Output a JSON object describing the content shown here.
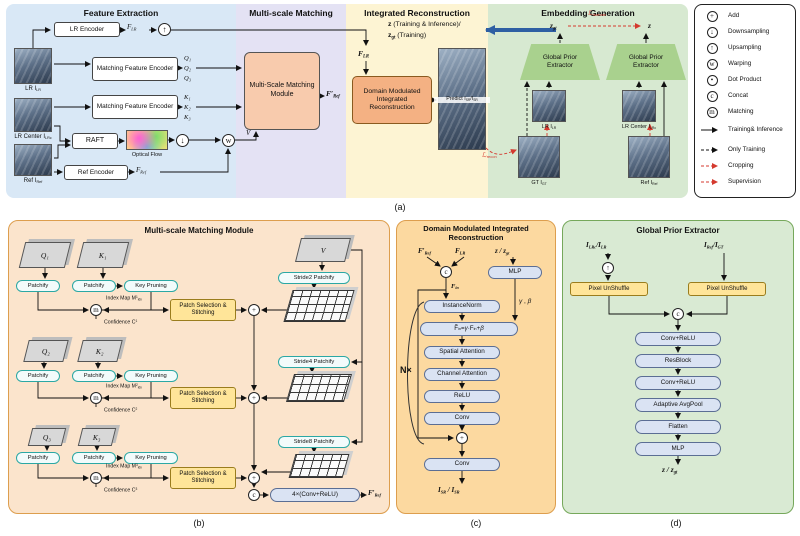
{
  "figure": {
    "panel_labels": {
      "a": "(a)",
      "b": "(b)",
      "c": "(c)",
      "d": "(d)"
    }
  },
  "symbols": {
    "add": "+",
    "down": "↓",
    "up": "↑",
    "warp": "w",
    "dot": "•",
    "concat": "c",
    "match": "m"
  },
  "colors": {
    "feature_extraction_bg": "#d9e8f6",
    "multiscale_bg": "#e4e2f4",
    "reconstruction_bg": "#fdf4d3",
    "embedding_bg": "#d7e9d1",
    "panel_b_bg": "#fbe4cc",
    "panel_c_bg": "#fcd9a0",
    "panel_d_bg": "#d9ead3",
    "accent_orange": "#f4b183",
    "accent_yellow": "#ffe599",
    "accent_blue": "#dae3f3",
    "accent_green": "#a9d18e",
    "arrow_blue": "#2e5fa3",
    "supervision_red": "#d43a2f"
  },
  "panel_a": {
    "feature_extraction": {
      "title": "Feature Extraction",
      "lr_encoder": "LR Encoder",
      "f_lr": [
        {
          "t": "F"
        },
        {
          "t": "LR",
          "sub": true
        }
      ],
      "matching_feature_encoder": "Matching Feature Encoder",
      "q": [
        "Q₁",
        "Q₂",
        "Q₃"
      ],
      "k": [
        "K₁",
        "K₂",
        "K₃"
      ],
      "raft": "RAFT",
      "optical_flow": "Optical Flow",
      "ref_encoder": "Ref Encoder",
      "f_ref": [
        {
          "t": "F"
        },
        {
          "t": "Ref",
          "sub": true
        }
      ],
      "img_lr": [
        {
          "t": "LR "
        },
        {
          "t": "I"
        },
        {
          "t": "LR",
          "sub": true
        }
      ],
      "img_lrc": [
        {
          "t": "LR Center "
        },
        {
          "t": "I"
        },
        {
          "t": "LRc",
          "sub": true
        }
      ],
      "img_ref": [
        {
          "t": "Ref "
        },
        {
          "t": "I"
        },
        {
          "t": "Ref",
          "sub": true
        }
      ],
      "v": "V"
    },
    "multiscale": {
      "title": "Multi-scale Matching",
      "module": "Multi-Scale Matching Module",
      "f_ref_prime": [
        {
          "t": "F′"
        },
        {
          "t": "Ref",
          "sub": true
        }
      ]
    },
    "reconstruction": {
      "title": "Integrated Reconstruction",
      "z_line1": [
        {
          "t": "z",
          "b": true
        },
        {
          "t": " (Training & Inference)/"
        }
      ],
      "z_line2": [
        {
          "t": "z",
          "b": true
        },
        {
          "t": "gt",
          "sub": true,
          "b": true
        },
        {
          "t": " (Training)"
        }
      ],
      "f_lr": [
        {
          "t": "F"
        },
        {
          "t": "LR",
          "sub": true
        }
      ],
      "dmir": "Domain Modulated Integrated Reconstruction",
      "predict": [
        {
          "t": "Predict "
        },
        {
          "t": "I"
        },
        {
          "t": "SR",
          "sub": true
        },
        {
          "t": "/"
        },
        {
          "t": "I"
        },
        {
          "t": "SR",
          "sub": true
        }
      ],
      "l_recon": [
        {
          "t": "ℒ",
          "i": true
        },
        {
          "t": "recon",
          "sub": true
        }
      ]
    },
    "embedding": {
      "title": "Embedding Generation",
      "z_gt": [
        {
          "t": "z"
        },
        {
          "t": "gt",
          "sub": true
        }
      ],
      "z": "z",
      "l_domain": [
        {
          "t": "ℒ",
          "i": true
        },
        {
          "t": "domain",
          "sub": true
        }
      ],
      "global_prior_extractor": "Global Prior Extractor",
      "img_lr": [
        {
          "t": "LR "
        },
        {
          "t": "I"
        },
        {
          "t": "LR",
          "sub": true
        }
      ],
      "img_lrc": [
        {
          "t": "LR Center "
        },
        {
          "t": "I"
        },
        {
          "t": "LRc",
          "sub": true
        }
      ],
      "img_gt": [
        {
          "t": "GT "
        },
        {
          "t": "I"
        },
        {
          "t": "GT",
          "sub": true
        }
      ],
      "img_ref": [
        {
          "t": "Ref "
        },
        {
          "t": "I"
        },
        {
          "t": "Ref",
          "sub": true
        }
      ]
    },
    "legend": {
      "items": [
        {
          "glyph": "+",
          "label": "Add"
        },
        {
          "glyph": "↓",
          "label": "Downsampling"
        },
        {
          "glyph": "↑",
          "label": "Upsampling"
        },
        {
          "glyph": "w",
          "label": "Warping"
        },
        {
          "glyph": "•",
          "label": "Dot Product"
        },
        {
          "glyph": "c",
          "label": "Concat"
        },
        {
          "glyph": "m",
          "label": "Matching"
        },
        {
          "label": "Training& Inference"
        },
        {
          "label": "Only Training"
        },
        {
          "label": "Cropping"
        },
        {
          "label": "Supervision"
        }
      ]
    }
  },
  "panel_b": {
    "title": "Multi-scale Matching Module",
    "v": "V",
    "patchify": "Patchify",
    "key_pruning": "Key Pruning",
    "pss": "Patch Selection & Stitching",
    "rows": [
      {
        "q": "Q₁",
        "k": "K₁",
        "index_map": [
          {
            "t": "Index Map "
          },
          {
            "t": "M"
          },
          {
            "t": "1",
            "sup": true
          },
          {
            "t": "idx",
            "sub": true
          }
        ],
        "confidence": [
          {
            "t": "Confidence "
          },
          {
            "t": "C"
          },
          {
            "t": "1",
            "sup": true
          }
        ],
        "stride": "Stride2 Patchify"
      },
      {
        "q": "Q₂",
        "k": "K₂",
        "index_map": [
          {
            "t": "Index Map "
          },
          {
            "t": "M"
          },
          {
            "t": "2",
            "sup": true
          },
          {
            "t": "idx",
            "sub": true
          }
        ],
        "confidence": [
          {
            "t": "Confidence "
          },
          {
            "t": "C"
          },
          {
            "t": "2",
            "sup": true
          }
        ],
        "stride": "Stride4 Patchify"
      },
      {
        "q": "Q₃",
        "k": "K₃",
        "index_map": [
          {
            "t": "Index Map "
          },
          {
            "t": "M"
          },
          {
            "t": "3",
            "sup": true
          },
          {
            "t": "idx",
            "sub": true
          }
        ],
        "confidence": [
          {
            "t": "Confidence "
          },
          {
            "t": "C"
          },
          {
            "t": "3",
            "sup": true
          }
        ],
        "stride": "Stride8 Patchify"
      }
    ],
    "conv": "4×(Conv+ReLU)",
    "out": [
      {
        "t": "F′"
      },
      {
        "t": "Ref",
        "sub": true
      }
    ]
  },
  "panel_c": {
    "title": "Domain Modulated Integrated Reconstruction",
    "f_ref_prime": [
      {
        "t": "F′"
      },
      {
        "t": "Ref",
        "sub": true
      }
    ],
    "f_lr": [
      {
        "t": "F"
      },
      {
        "t": "LR",
        "sub": true
      }
    ],
    "f_in": [
      {
        "t": "F"
      },
      {
        "t": "in",
        "sub": true
      }
    ],
    "z": [
      {
        "t": "z"
      },
      {
        "t": " / "
      },
      {
        "t": "z"
      },
      {
        "t": "gt",
        "sub": true
      }
    ],
    "mlp": "MLP",
    "instance_norm": "InstanceNorm",
    "gamma_beta": [
      {
        "t": "γ",
        "i": true
      },
      {
        "t": " , "
      },
      {
        "t": "β",
        "i": true
      }
    ],
    "formula": [
      {
        "t": "F̃"
      },
      {
        "t": "in",
        "sub": true
      },
      {
        "t": " = "
      },
      {
        "t": "γ",
        "i": true
      },
      {
        "t": " · "
      },
      {
        "t": "F"
      },
      {
        "t": "in",
        "sub": true
      },
      {
        "t": " + "
      },
      {
        "t": "β",
        "i": true
      }
    ],
    "spatial": "Spatial Attention",
    "channel": "Channel Attention",
    "relu": "ReLU",
    "conv": "Conv",
    "conv2": "Conv",
    "n_times": "N×",
    "out": [
      {
        "t": "I"
      },
      {
        "t": "SR",
        "sub": true
      },
      {
        "t": " / "
      },
      {
        "t": "I"
      },
      {
        "t": "SR",
        "sub": true
      }
    ]
  },
  "panel_d": {
    "title": "Global Prior Extractor",
    "in_left": [
      {
        "t": "I"
      },
      {
        "t": "LRc",
        "sub": true
      },
      {
        "t": "/"
      },
      {
        "t": "I"
      },
      {
        "t": "LR",
        "sub": true
      }
    ],
    "in_right": [
      {
        "t": "I"
      },
      {
        "t": "Ref",
        "sub": true
      },
      {
        "t": "/"
      },
      {
        "t": "I"
      },
      {
        "t": "GT",
        "sub": true
      }
    ],
    "pixel_unshuffle": "Pixel UnShuffle",
    "conv_relu": "Conv+ReLU",
    "resblock": "ResBlock",
    "conv_relu2": "Conv+ReLU",
    "avgpool": "Adaptive AvgPool",
    "flatten": "Flatten",
    "mlp": "MLP",
    "out": [
      {
        "t": "z"
      },
      {
        "t": " / "
      },
      {
        "t": "z"
      },
      {
        "t": "gt",
        "sub": true
      }
    ]
  }
}
